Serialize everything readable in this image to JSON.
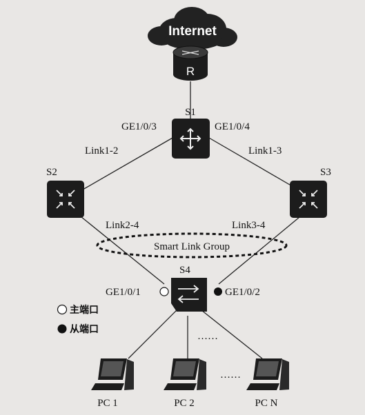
{
  "internet": {
    "label": "Internet"
  },
  "router": {
    "label": "R"
  },
  "devices": {
    "s1": {
      "label": "S1"
    },
    "s2": {
      "label": "S2"
    },
    "s3": {
      "label": "S3"
    },
    "s4": {
      "label": "S4"
    }
  },
  "ports": {
    "s1_left": "GE1/0/3",
    "s1_right": "GE1/0/4",
    "s4_left": "GE1/0/1",
    "s4_right": "GE1/0/2"
  },
  "links": {
    "l12": "Link1-2",
    "l13": "Link1-3",
    "l24": "Link2-4",
    "l34": "Link3-4"
  },
  "group": {
    "label": "Smart Link Group"
  },
  "legend": {
    "master": "主端口",
    "slave": "从端口"
  },
  "pcs": [
    {
      "label": "PC 1"
    },
    {
      "label": "PC 2"
    },
    {
      "label": "PC N"
    }
  ],
  "ellipsis": "……",
  "colors": {
    "background": "#e9e7e5",
    "device": "#1c1c1c",
    "line": "#222222"
  }
}
